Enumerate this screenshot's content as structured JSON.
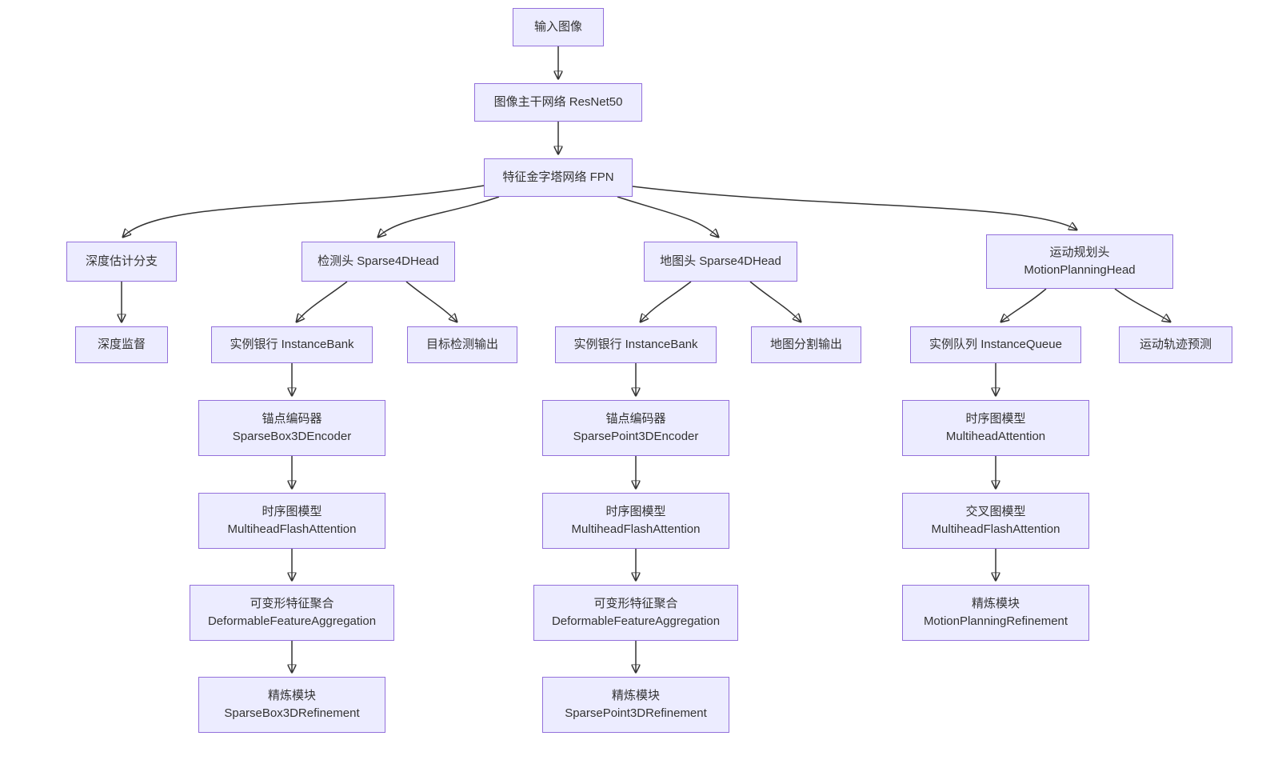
{
  "diagram": {
    "type": "flowchart",
    "direction": "top-down",
    "colors": {
      "node_fill": "#ECECFF",
      "node_border": "#9370DB",
      "edge": "#333333",
      "text": "#333333",
      "background": "#FFFFFF"
    },
    "nodes": {
      "input": {
        "lines": [
          "输入图像"
        ]
      },
      "backbone": {
        "lines": [
          "图像主干网络 ResNet50"
        ]
      },
      "fpn": {
        "lines": [
          "特征金字塔网络 FPN"
        ]
      },
      "depth_branch": {
        "lines": [
          "深度估计分支"
        ]
      },
      "det_head": {
        "lines": [
          "检测头 Sparse4DHead"
        ]
      },
      "map_head": {
        "lines": [
          "地图头 Sparse4DHead"
        ]
      },
      "motion_head": {
        "lines": [
          "运动规划头",
          "MotionPlanningHead"
        ]
      },
      "depth_sup": {
        "lines": [
          "深度监督"
        ]
      },
      "det_bank": {
        "lines": [
          "实例银行 InstanceBank"
        ]
      },
      "det_out": {
        "lines": [
          "目标检测输出"
        ]
      },
      "map_bank": {
        "lines": [
          "实例银行 InstanceBank"
        ]
      },
      "map_out": {
        "lines": [
          "地图分割输出"
        ]
      },
      "queue": {
        "lines": [
          "实例队列 InstanceQueue"
        ]
      },
      "traj": {
        "lines": [
          "运动轨迹预测"
        ]
      },
      "det_encoder": {
        "lines": [
          "锚点编码器",
          "SparseBox3DEncoder"
        ]
      },
      "det_temporal": {
        "lines": [
          "时序图模型",
          "MultiheadFlashAttention"
        ]
      },
      "det_deform": {
        "lines": [
          "可变形特征聚合",
          "DeformableFeatureAggregation"
        ]
      },
      "det_refine": {
        "lines": [
          "精炼模块",
          "SparseBox3DRefinement"
        ]
      },
      "map_encoder": {
        "lines": [
          "锚点编码器",
          "SparsePoint3DEncoder"
        ]
      },
      "map_temporal": {
        "lines": [
          "时序图模型",
          "MultiheadFlashAttention"
        ]
      },
      "map_deform": {
        "lines": [
          "可变形特征聚合",
          "DeformableFeatureAggregation"
        ]
      },
      "map_refine": {
        "lines": [
          "精炼模块",
          "SparsePoint3DRefinement"
        ]
      },
      "motion_temporal": {
        "lines": [
          "时序图模型",
          "MultiheadAttention"
        ]
      },
      "motion_cross": {
        "lines": [
          "交叉图模型",
          "MultiheadFlashAttention"
        ]
      },
      "motion_refine": {
        "lines": [
          "精炼模块",
          "MotionPlanningRefinement"
        ]
      }
    },
    "edges": [
      {
        "from": "input",
        "to": "backbone"
      },
      {
        "from": "backbone",
        "to": "fpn"
      },
      {
        "from": "fpn",
        "to": "depth_branch"
      },
      {
        "from": "fpn",
        "to": "det_head"
      },
      {
        "from": "fpn",
        "to": "map_head"
      },
      {
        "from": "fpn",
        "to": "motion_head"
      },
      {
        "from": "depth_branch",
        "to": "depth_sup"
      },
      {
        "from": "det_head",
        "to": "det_bank"
      },
      {
        "from": "det_head",
        "to": "det_out"
      },
      {
        "from": "map_head",
        "to": "map_bank"
      },
      {
        "from": "map_head",
        "to": "map_out"
      },
      {
        "from": "motion_head",
        "to": "queue"
      },
      {
        "from": "motion_head",
        "to": "traj"
      },
      {
        "from": "det_bank",
        "to": "det_encoder"
      },
      {
        "from": "det_encoder",
        "to": "det_temporal"
      },
      {
        "from": "det_temporal",
        "to": "det_deform"
      },
      {
        "from": "det_deform",
        "to": "det_refine"
      },
      {
        "from": "map_bank",
        "to": "map_encoder"
      },
      {
        "from": "map_encoder",
        "to": "map_temporal"
      },
      {
        "from": "map_temporal",
        "to": "map_deform"
      },
      {
        "from": "map_deform",
        "to": "map_refine"
      },
      {
        "from": "queue",
        "to": "motion_temporal"
      },
      {
        "from": "motion_temporal",
        "to": "motion_cross"
      },
      {
        "from": "motion_cross",
        "to": "motion_refine"
      }
    ]
  }
}
